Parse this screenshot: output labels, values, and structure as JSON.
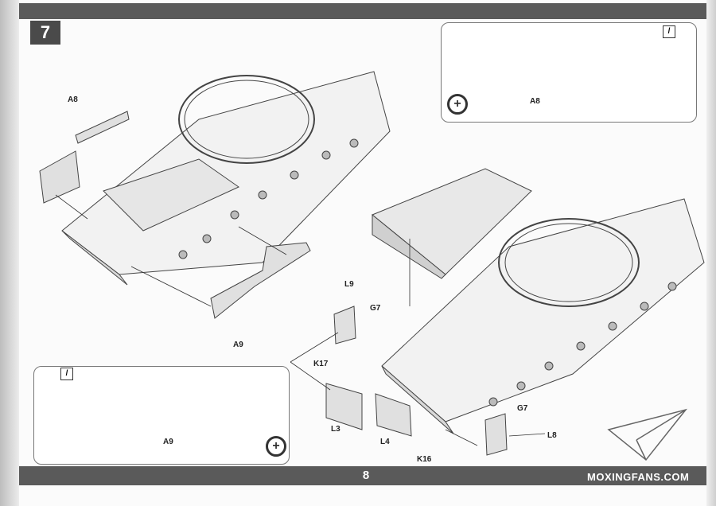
{
  "step": {
    "number": "7"
  },
  "page": {
    "number": "8"
  },
  "brand": {
    "text": "MOXINGFANS.COM"
  },
  "parts": {
    "a8_main": "A8",
    "a9_main": "A9",
    "l9": "L9",
    "g7_top": "G7",
    "k17": "K17",
    "l3": "L3",
    "l4": "L4",
    "k16": "K16",
    "g7_bottom": "G7",
    "l8": "L8",
    "a8_inset": "A8",
    "a9_inset": "A9"
  },
  "icons": {
    "zoom": "magnifier-plus-icon",
    "glue": "glue-tube-icon",
    "logo": "paper-plane-icon"
  }
}
